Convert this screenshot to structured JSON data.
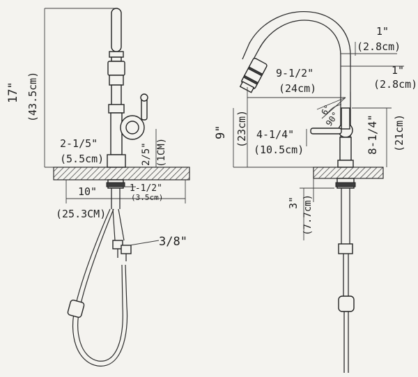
{
  "diagram": {
    "colors": {
      "line": "#2b2b2b",
      "background": "#f4f3ef",
      "hatch": "#4a4a4a"
    },
    "front_view": {
      "dimensions": [
        {
          "id": "height",
          "inch": "17\"",
          "metric": "(43.5cm)"
        },
        {
          "id": "spout-reach",
          "inch": "2-1/5\"",
          "metric": "(5.5cm)"
        },
        {
          "id": "deck-thickness",
          "inch": "2/5\"",
          "metric": "(1CM)"
        },
        {
          "id": "base-width",
          "inch": "10\"",
          "metric": "(25.3CM)"
        },
        {
          "id": "hole-diameter",
          "inch": "1-1/2\"",
          "metric": "(3.5cm)"
        },
        {
          "id": "supply-connection",
          "inch": "3/8\""
        }
      ]
    },
    "side_view": {
      "dimensions": [
        {
          "id": "spout-top",
          "inch": "1\"",
          "metric": "(2.8cm)"
        },
        {
          "id": "spout-width",
          "inch": "1\"",
          "metric": "(2.8cm)"
        },
        {
          "id": "spout-reach",
          "inch": "9-1/2\"",
          "metric": "(24cm)"
        },
        {
          "id": "spout-height",
          "inch": "9\"",
          "metric": "(23cm)"
        },
        {
          "id": "handle-reach",
          "inch": "4-1/4\"",
          "metric": "(10.5cm)"
        },
        {
          "id": "handle-height",
          "inch": "8-1/4\"",
          "metric": "(21cm)"
        },
        {
          "id": "shank-length",
          "inch": "3\"",
          "metric": "(7.7cm)"
        }
      ],
      "angles": [
        {
          "id": "handle-angle",
          "text": "90°"
        },
        {
          "id": "tilt-angle",
          "text": "6°"
        }
      ]
    }
  }
}
